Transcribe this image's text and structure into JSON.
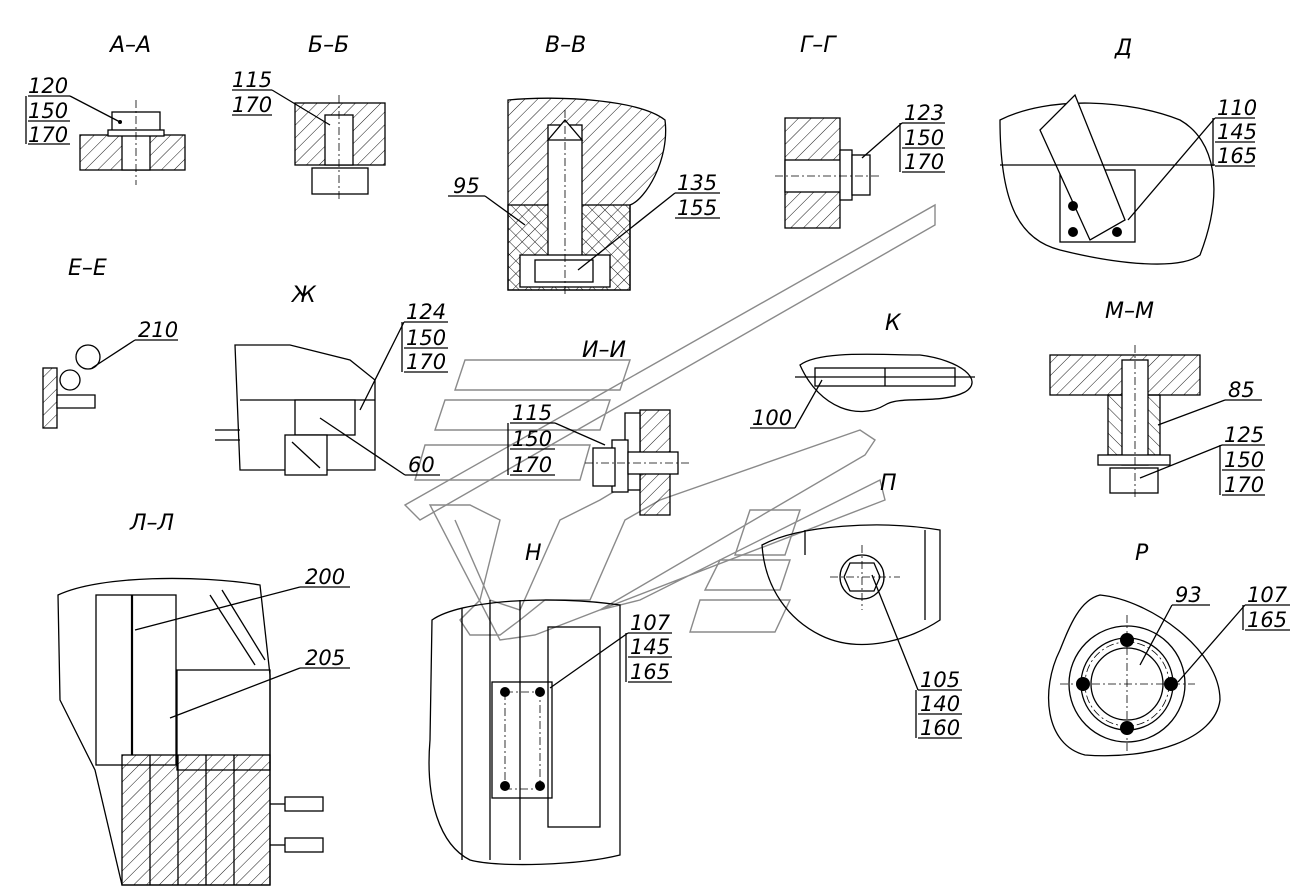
{
  "views": {
    "aa": {
      "title": "А–А",
      "callout": [
        "120",
        "150",
        "170"
      ]
    },
    "bb": {
      "title": "Б–Б",
      "callout": [
        "115",
        "170"
      ]
    },
    "vv": {
      "title": "В–В",
      "label_left": "95",
      "callout": [
        "135",
        "155"
      ]
    },
    "gg": {
      "title": "Г–Г",
      "callout": [
        "123",
        "150",
        "170"
      ]
    },
    "d": {
      "title": "Д",
      "callout": [
        "110",
        "145",
        "165"
      ]
    },
    "ee": {
      "title": "Е–Е",
      "label": "210"
    },
    "zh": {
      "title": "Ж",
      "callout": [
        "124",
        "150",
        "170"
      ],
      "label_bottom": "60"
    },
    "ii": {
      "title": "И–И",
      "callout": [
        "115",
        "150",
        "170"
      ]
    },
    "k": {
      "title": "К",
      "label": "100"
    },
    "mm": {
      "title": "М–М",
      "label_top": "85",
      "callout": [
        "125",
        "150",
        "170"
      ]
    },
    "ll": {
      "title": "Л–Л",
      "label_top": "200",
      "label_mid": "205"
    },
    "n": {
      "title": "Н",
      "callout": [
        "107",
        "145",
        "165"
      ]
    },
    "p": {
      "title": "П",
      "callout": [
        "105",
        "140",
        "160"
      ]
    },
    "r": {
      "title": "Р",
      "label_left": "93",
      "callout": [
        "107",
        "165"
      ]
    }
  }
}
